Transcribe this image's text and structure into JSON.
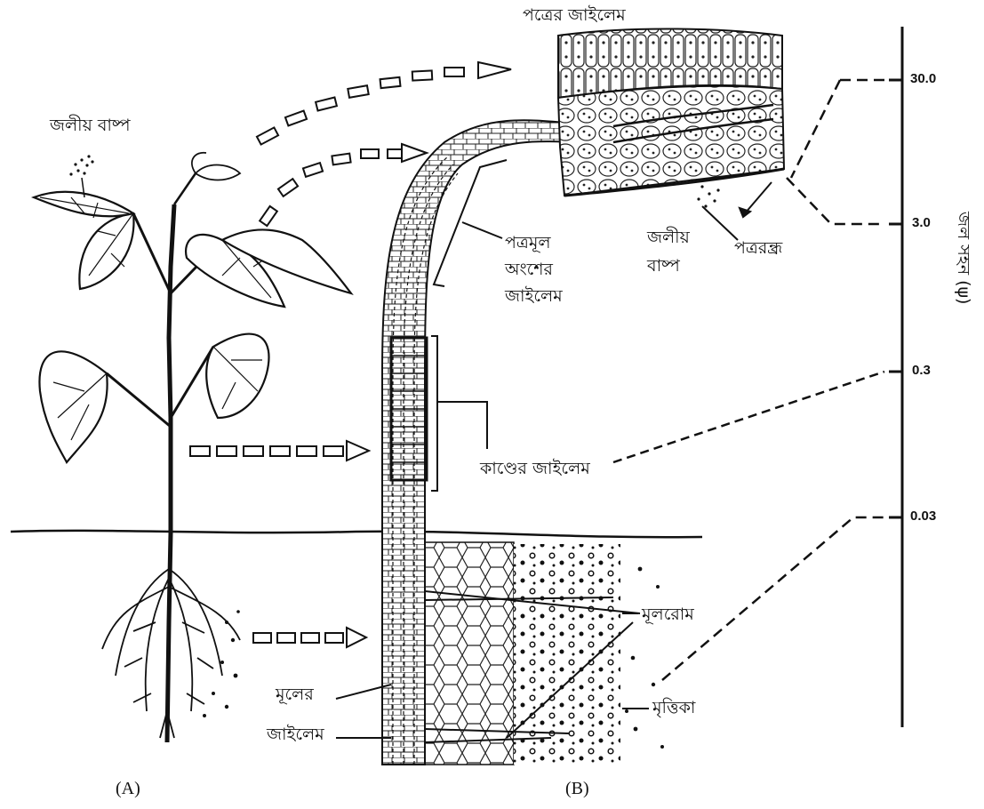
{
  "labels": {
    "leaf_xylem": "পত্রের জাইলেম",
    "water_vapour_top": "জলীয় বাষ্প",
    "petiole_xylem_1": "পত্রমূল",
    "petiole_xylem_2": "অংশের",
    "petiole_xylem_3": "জাইলেম",
    "water_vapour_leaf_1": "জলীয়",
    "water_vapour_leaf_2": "বাষ্প",
    "stomata": "পত্ররন্ধ্র",
    "stem_xylem": "কাণ্ডের জাইলেম",
    "root_hair": "মূলরোম",
    "root_xylem_1": "মূলের",
    "root_xylem_2": "জাইলেম",
    "soil": "মৃত্তিকা",
    "axis_title": "জল সহন (ψ)",
    "panel_a": "(A)",
    "panel_b": "(B)"
  },
  "scale_ticks": [
    "30.0",
    "3.0",
    "0.3",
    "0.03"
  ],
  "colors": {
    "ink": "#111111",
    "background": "#ffffff"
  }
}
